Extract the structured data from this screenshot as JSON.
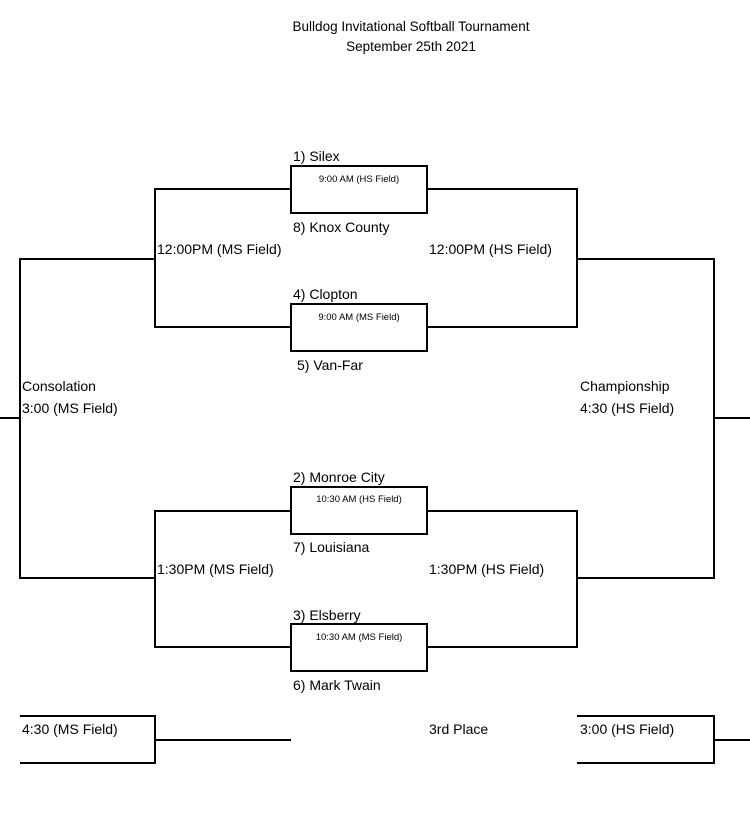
{
  "header": {
    "title": "Bulldog Invitational Softball Tournament",
    "date": "September 25th 2021"
  },
  "teams": {
    "seed1": "1) Silex",
    "seed8": "8) Knox County",
    "seed4": "4) Clopton",
    "seed5": "5) Van-Far",
    "seed2": "2) Monroe City",
    "seed7": "7) Louisiana",
    "seed3": "3) Elsberry",
    "seed6": "6) Mark Twain"
  },
  "first_round_times": {
    "game1": "9:00  AM (HS Field)",
    "game2": "9:00 AM (MS Field)",
    "game3": "10:30 AM (HS Field)",
    "game4": "10:30 AM (MS Field)"
  },
  "second_round": {
    "top_left": "12:00PM (MS Field)",
    "top_right": "12:00PM (HS Field)",
    "bottom_left": "1:30PM (MS Field)",
    "bottom_right": "1:30PM (HS Field)"
  },
  "finals": {
    "consolation_label": "Consolation",
    "consolation_time": "3:00 (MS Field)",
    "championship_label": "Championship",
    "championship_time": "4:30 (HS Field)"
  },
  "placement": {
    "left_time": "4:30 (MS Field)",
    "third_place_label": "3rd Place",
    "right_time": "3:00 (HS Field)"
  }
}
